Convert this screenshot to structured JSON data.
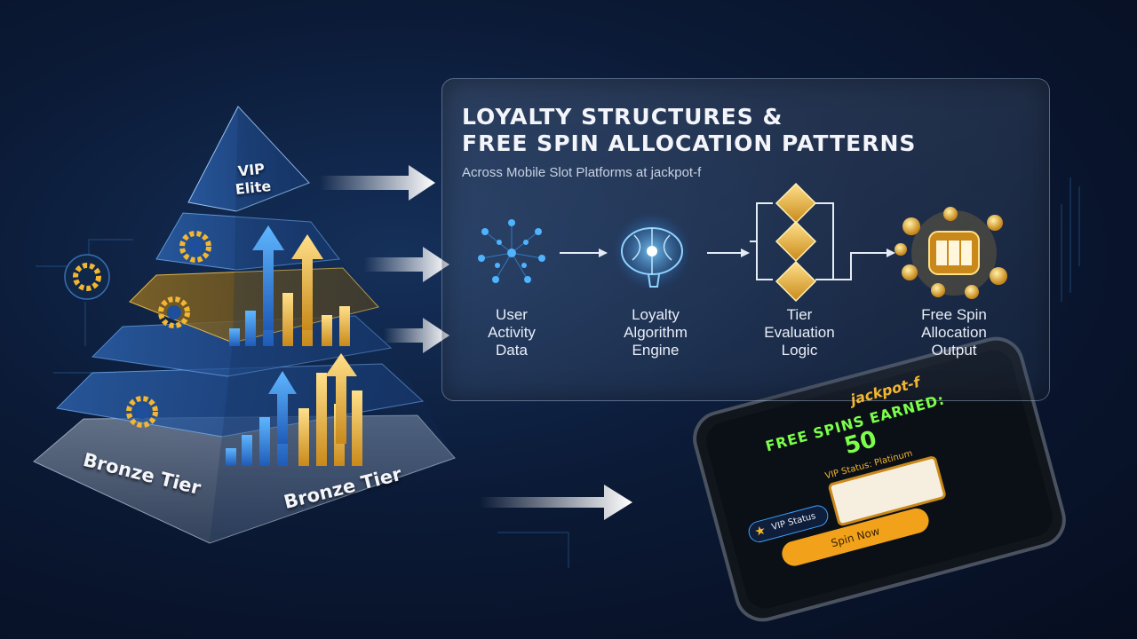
{
  "panel": {
    "title_line1": "LOYALTY STRUCTURES &",
    "title_line2": "FREE SPIN ALLOCATION PATTERNS",
    "subtitle": "Across Mobile Slot Platforms at jackpot-f"
  },
  "flow_steps": [
    {
      "label": "User\nActivity\nData",
      "icon": "network-nodes-icon"
    },
    {
      "label": "Loyalty\nAlgorithm\nEngine",
      "icon": "brain-icon"
    },
    {
      "label": "Tier\nEvaluation\nLogic",
      "icon": "diamond-decision-icon"
    },
    {
      "label": "Free Spin\nAllocation\nOutput",
      "icon": "slot-machine-coins-icon"
    }
  ],
  "pyramid": {
    "top_label": "VIP\nElite",
    "base_label_left": "Bronze Tier",
    "base_label_right": "Bronze Tier"
  },
  "phone": {
    "brand": "jackpot-f",
    "headline": "FREE SPINS EARNED:",
    "spins_count": "50",
    "vip_line": "VIP Status: Platinum",
    "vip_badge": "VIP Status",
    "cta": "Spin Now"
  },
  "colors": {
    "accent_blue": "#3aa0ff",
    "accent_gold": "#f2b632",
    "accent_green": "#7cff4a"
  }
}
